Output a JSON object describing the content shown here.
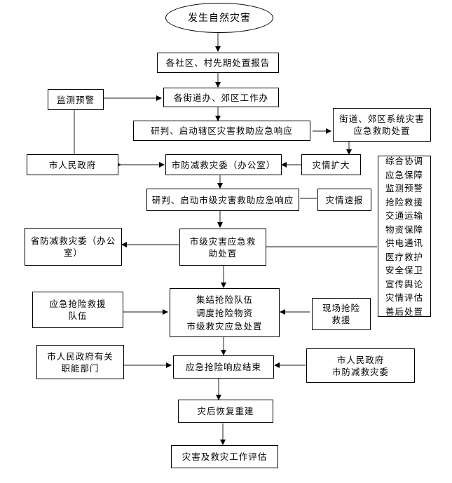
{
  "flowchart": {
    "start": "发生自然灾害",
    "community_report": "各社区、村先期处置报告",
    "monitoring": "监测预警",
    "street_office": "各街道办、郊区工作办",
    "district_response": "研判、启动辖区灾害救助应急响应",
    "street_system": "街道、郊区系统灾害\n应急救助处置",
    "city_gov": "市人民政府",
    "city_committee": "市防减救灾委（办公室）",
    "disaster_expand": "灾情扩大",
    "city_response": "研判、启动市级灾害救助应急响应",
    "quick_report": "灾情速报",
    "province_committee": "省防减救灾委（办公室）",
    "city_handling": "市级灾害应急救助处置",
    "rescue_team": "应急抢险救援\n队伍",
    "assemble": [
      "集结抢险队伍",
      "调度抢险物资",
      "市级救灾应急处置"
    ],
    "onsite_rescue": "现场抢险\n救援",
    "departments": "市人民政府有关\n职能部门",
    "response_end": "应急抢险响应结束",
    "gov_and_committee": "市人民政府\n市防减救灾委",
    "reconstruction": "灾后恢复重建",
    "evaluation": "灾害及救灾工作评估",
    "functions": [
      "综合协调",
      "应急保障",
      "监测预警",
      "抢险救援",
      "交通运输",
      "物资保障",
      "供电通讯",
      "医疗救护",
      "安全保卫",
      "宣传舆论",
      "灾情评估",
      "善后处置"
    ]
  }
}
